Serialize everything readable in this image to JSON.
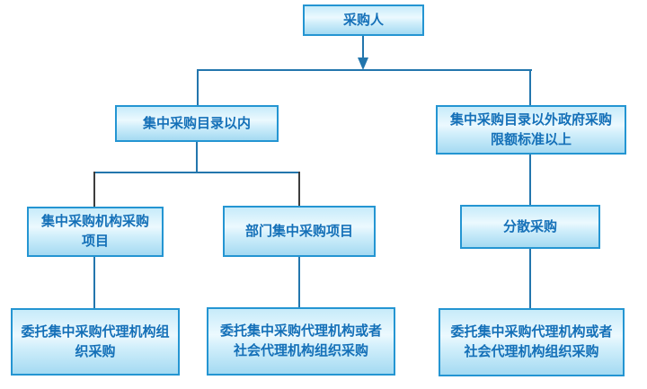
{
  "colors": {
    "background": "#ffffff",
    "box_border": "#2495d2",
    "box_fill_top": "#c7ebfa",
    "box_fill_mid": "#ecf9fe",
    "box_fill_bottom": "#a4daf2",
    "text": "#1470b8",
    "connector_blue": "#2376ad",
    "connector_black": "#3d3d3d"
  },
  "diagram": {
    "type": "flowchart",
    "nodes": {
      "purchaser": {
        "label": "采购人"
      },
      "within_catalog": {
        "label": "集中采购目录以内"
      },
      "outside_catalog": {
        "label": "集中采购目录以外政府采购\n限额标准以上"
      },
      "centralized_agency_project": {
        "label": "集中采购机构采购\n项目"
      },
      "departmental_project": {
        "label": "部门集中采购项目"
      },
      "decentralized": {
        "label": "分散采购"
      },
      "entrust_centralized": {
        "label": "委托集中采购代理机构组\n织采购"
      },
      "entrust_agency_or_social_mid": {
        "label": "委托集中采购代理机构或者\n社会代理机构组织采购"
      },
      "entrust_agency_or_social_right": {
        "label": "委托集中采购代理机构或者\n社会代理机构组织采购"
      }
    },
    "edges": [
      {
        "from": "采购人",
        "to": "集中采购目录以内"
      },
      {
        "from": "采购人",
        "to": "集中采购目录以外政府采购限额标准以上"
      },
      {
        "from": "集中采购目录以内",
        "to": "集中采购机构采购项目"
      },
      {
        "from": "集中采购目录以内",
        "to": "部门集中采购项目"
      },
      {
        "from": "集中采购目录以外政府采购限额标准以上",
        "to": "分散采购"
      },
      {
        "from": "集中采购机构采购项目",
        "to": "委托集中采购代理机构组织采购"
      },
      {
        "from": "部门集中采购项目",
        "to": "委托集中采购代理机构或者社会代理机构组织采购"
      },
      {
        "from": "分散采购",
        "to": "委托集中采购代理机构或者社会代理机构组织采购"
      }
    ]
  }
}
